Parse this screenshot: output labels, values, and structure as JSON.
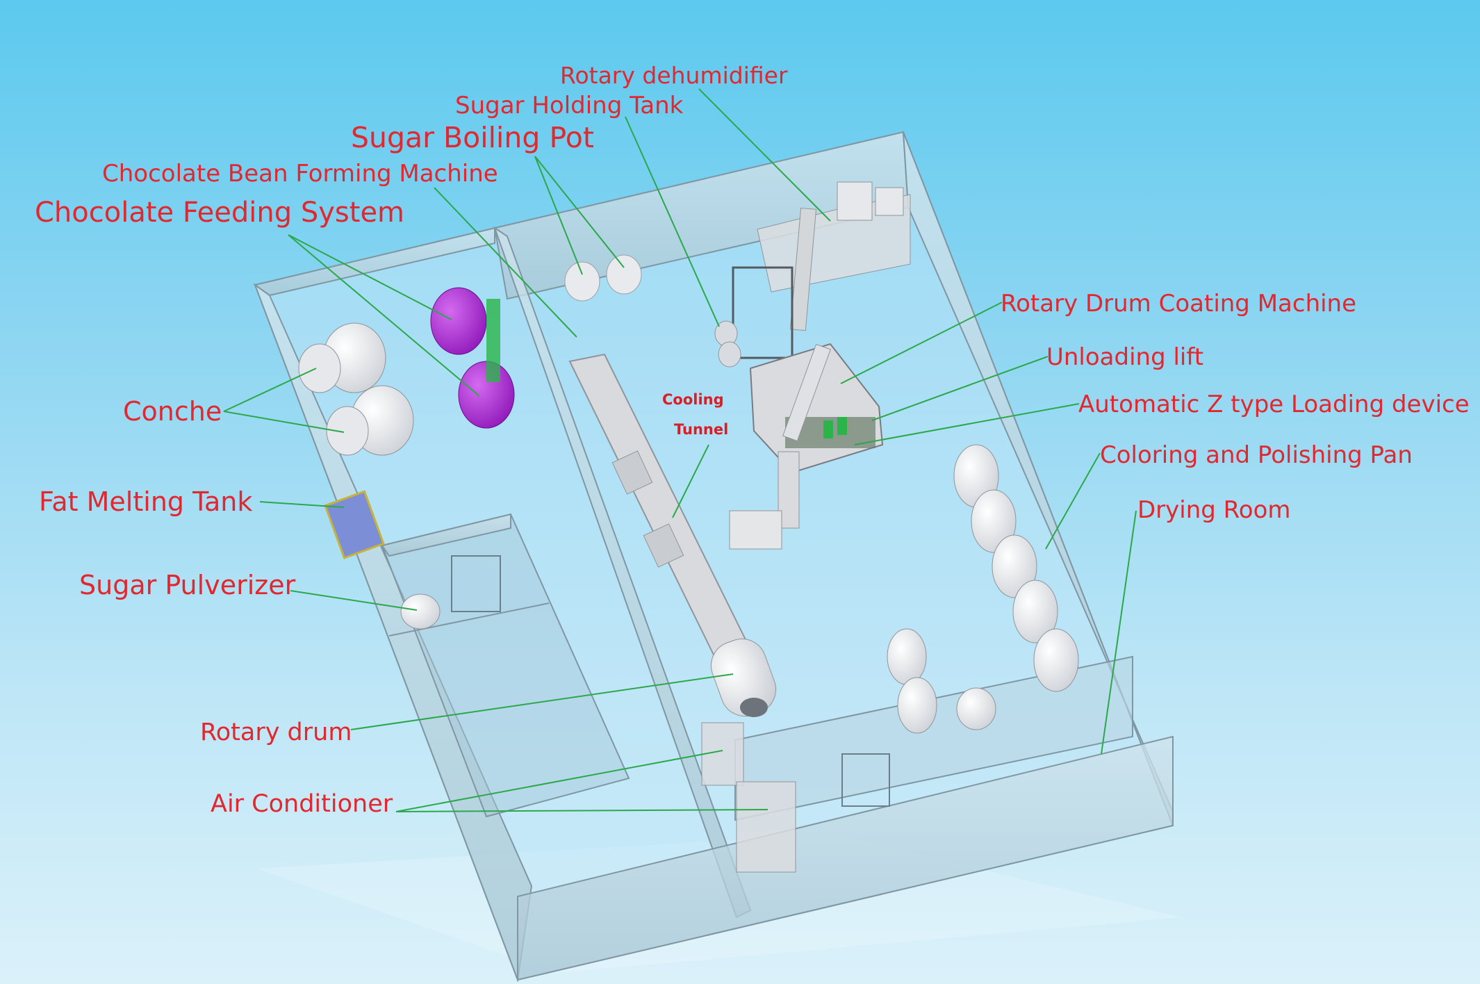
{
  "labels": {
    "rotary_dehumidifier": "Rotary dehumidifier",
    "sugar_holding_tank": "Sugar Holding Tank",
    "sugar_boiling_pot": "Sugar Boiling Pot",
    "chocolate_bean_forming_machine": "Chocolate Bean Forming Machine",
    "chocolate_feeding_system": "Chocolate Feeding System",
    "conche": "Conche",
    "fat_melting_tank": "Fat Melting Tank",
    "sugar_pulverizer": "Sugar Pulverizer",
    "rotary_drum": "Rotary drum",
    "air_conditioner": "Air Conditioner",
    "rotary_drum_coating_machine": "Rotary Drum Coating Machine",
    "unloading_lift": "Unloading lift",
    "automatic_z_type_loading_device": "Automatic Z type Loading device",
    "coloring_and_polishing_pan": "Coloring and Polishing Pan",
    "drying_room": "Drying Room",
    "cooling_tunnel_line1": "Cooling",
    "cooling_tunnel_line2": "Tunnel"
  },
  "colors": {
    "label_text": "#e3272e",
    "leader_line": "#2aa84a",
    "background_top": "#5cc9ee",
    "background_bottom": "#dbf1fa",
    "tank_purple": "#a31fd0"
  }
}
